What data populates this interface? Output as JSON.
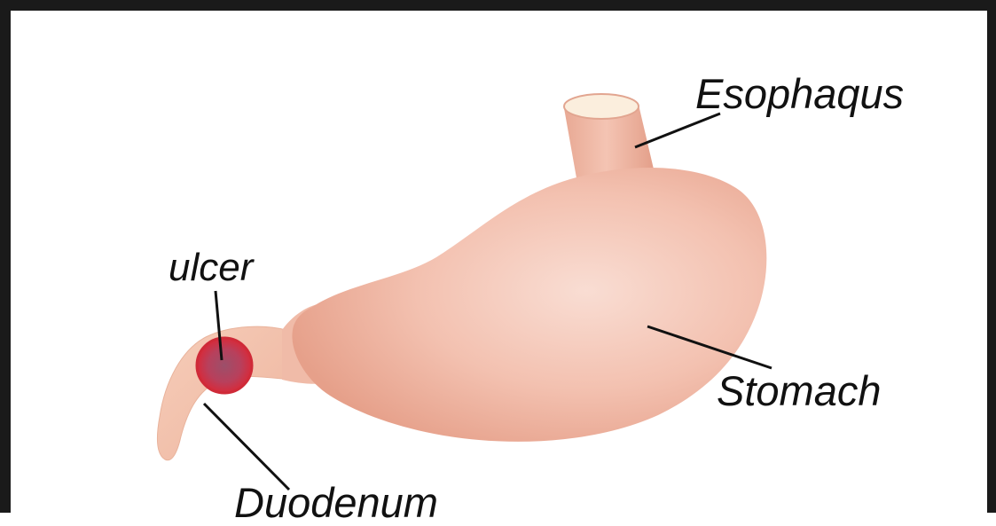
{
  "labels": {
    "esophagus": "Esophaqus",
    "stomach": "Stomach",
    "ulcer": "ulcer",
    "duodenum": "Duodenum"
  },
  "colors": {
    "frame": "#1a1a1a",
    "background": "#ffffff",
    "stomach_light": "#f7d6cc",
    "stomach_mid": "#f1b8a6",
    "stomach_dark": "#e49c86",
    "esophagus_opening": "#fbeedd",
    "ulcer_outer": "#d02b3c",
    "ulcer_inner": "#a84a66",
    "leader_line": "#111111"
  }
}
